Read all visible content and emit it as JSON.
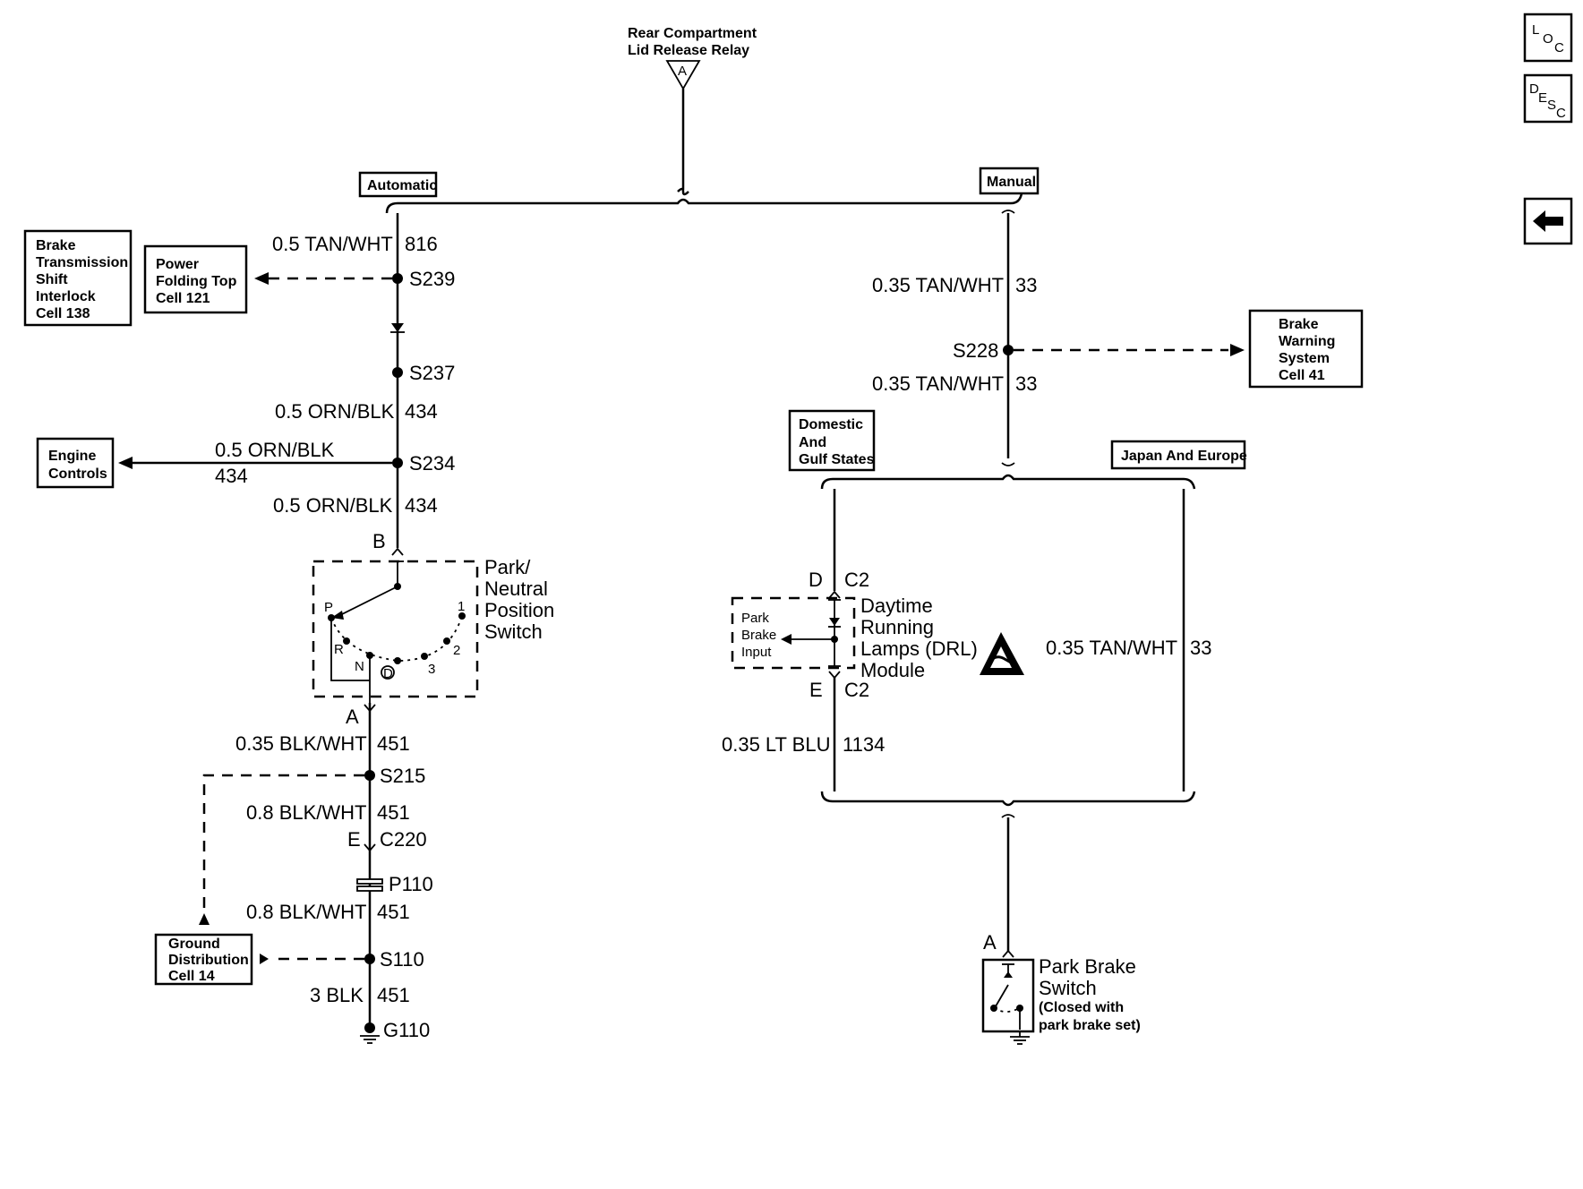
{
  "nav": {
    "loc_l": "L",
    "loc_o": "O",
    "loc_c": "C",
    "desc_d": "D",
    "desc_e": "E",
    "desc_s": "S",
    "desc_c": "C",
    "back_icon": "left-arrow-icon"
  },
  "top": {
    "relay_line1": "Rear Compartment",
    "relay_line2": "Lid Release Relay",
    "relay_pin": "A",
    "automatic": "Automatic",
    "manual": "Manual"
  },
  "left": {
    "btsi": [
      "Brake",
      "Transmission",
      "Shift",
      "Interlock",
      "Cell 138"
    ],
    "pft": [
      "Power",
      "Folding Top",
      "Cell 121"
    ],
    "engine": [
      "Engine",
      "Controls"
    ],
    "ground_dist": [
      "Ground",
      "Distribution",
      "Cell 14"
    ],
    "w1_wire": "0.5 TAN/WHT",
    "w1_circ": "816",
    "s239": "S239",
    "s237": "S237",
    "w2_wire": "0.5 ORN/BLK",
    "w2_circ": "434",
    "s234": "S234",
    "w3_wire": "0.5 ORN/BLK",
    "w3_circ": "434",
    "w4_wire": "0.5 ORN/BLK",
    "w4_circ": "434",
    "pin_b": "B",
    "pns": [
      "Park/",
      "Neutral",
      "Position",
      "Switch"
    ],
    "pos_p": "P",
    "pos_r": "R",
    "pos_n": "N",
    "pos_d": "D",
    "pos_3": "3",
    "pos_2": "2",
    "pos_1": "1",
    "pin_a": "A",
    "w5_wire": "0.35 BLK/WHT",
    "w5_circ": "451",
    "s215": "S215",
    "w6_wire": "0.8 BLK/WHT",
    "w6_circ": "451",
    "pin_e": "E",
    "c220": "C220",
    "p110": "P110",
    "w7_wire": "0.8 BLK/WHT",
    "w7_circ": "451",
    "s110": "S110",
    "w8_wire": "3 BLK",
    "w8_circ": "451",
    "g110": "G110"
  },
  "right": {
    "w1_wire": "0.35 TAN/WHT",
    "w1_circ": "33",
    "s228": "S228",
    "w2_wire": "0.35 TAN/WHT",
    "w2_circ": "33",
    "bws": [
      "Brake",
      "Warning",
      "System",
      "Cell 41"
    ],
    "domestic": [
      "Domestic",
      "And",
      "Gulf States"
    ],
    "japan": "Japan And Europe",
    "pin_d": "D",
    "c2_top": "C2",
    "pbi": [
      "Park",
      "Brake",
      "Input"
    ],
    "drl": [
      "Daytime",
      "Running",
      "Lamps (DRL)",
      "Module"
    ],
    "pin_e": "E",
    "c2_bot": "C2",
    "w3_wire": "0.35 LT BLU",
    "w3_circ": "1134",
    "w4_wire": "0.35 TAN/WHT",
    "w4_circ": "33",
    "pin_a": "A",
    "pbs": [
      "Park Brake",
      "Switch"
    ],
    "pbs_note": [
      "(Closed with",
      "park brake set)"
    ]
  }
}
